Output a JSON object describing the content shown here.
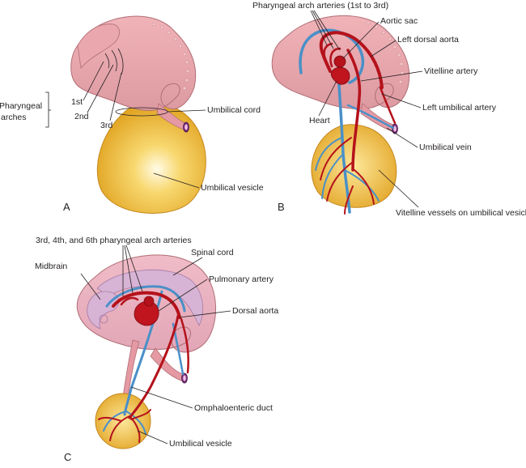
{
  "panels": {
    "a": "A",
    "b": "B",
    "c": "C"
  },
  "panel_a": {
    "pharyngeal_arches": [
      "Pharyngeal",
      "arches"
    ],
    "arch_1": "1st",
    "arch_2": "2nd",
    "arch_3": "3rd",
    "umbilical_cord": "Umbilical cord",
    "umbilical_vesicle": "Umbilical vesicle"
  },
  "panel_b": {
    "pharyngeal_arch_arteries": "Pharyngeal arch arteries (1st to 3rd)",
    "aortic_sac": "Aortic sac",
    "left_dorsal_aorta": "Left dorsal aorta",
    "vitelline_artery": "Vitelline artery",
    "left_umbilical_artery": "Left umbilical artery",
    "heart": "Heart",
    "umbilical_vein": "Umbilical vein",
    "vitelline_vessels": "Vitelline vessels on umbilical vesicle"
  },
  "panel_c": {
    "arch_arteries": "3rd, 4th, and 6th pharyngeal arch arteries",
    "midbrain": "Midbrain",
    "spinal_cord": "Spinal cord",
    "pulmonary_artery": "Pulmonary artery",
    "dorsal_aorta": "Dorsal aorta",
    "omphaloenteric_duct": "Omphaloenteric duct",
    "umbilical_vesicle": "Umbilical vesicle"
  },
  "colors": {
    "embryo_skin": "#e8a6ac",
    "embryo_outline": "#b06d75",
    "yolk_sac": "#f2b930",
    "artery": "#b5121b",
    "vein": "#4a90c8",
    "neural_tube": "#d7b3d5"
  }
}
